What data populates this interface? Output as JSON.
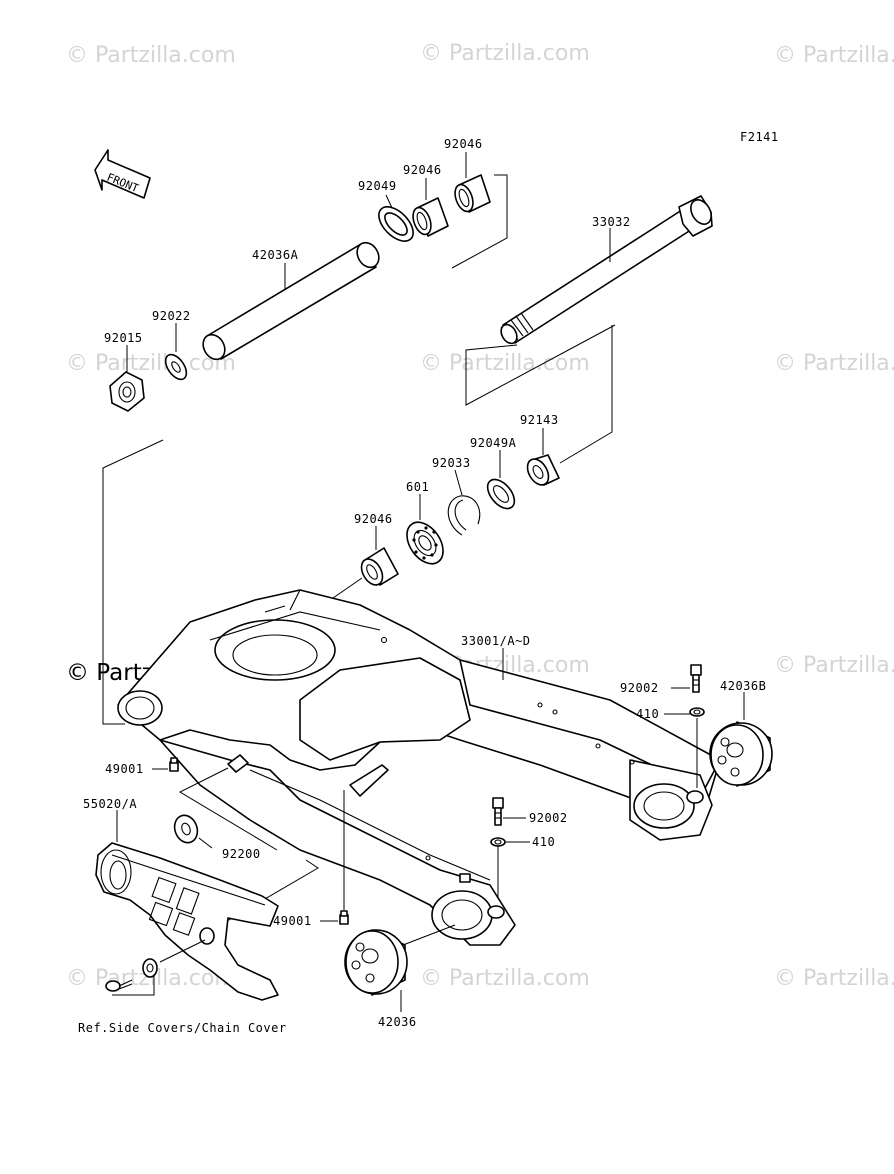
{
  "figure_code": "F2141",
  "direction_arrow": "FRONT",
  "watermark": "© Partzilla.com",
  "reference_note": "Ref.Side Covers/Chain Cover",
  "callouts": {
    "c92046a": "92046",
    "c92046b": "92046",
    "c92049": "92049",
    "c42036A": "42036A",
    "c33032": "33032",
    "c92022": "92022",
    "c92015": "92015",
    "c92143": "92143",
    "c92049A": "92049A",
    "c92033": "92033",
    "c601": "601",
    "c92046c": "92046",
    "c33001": "33001/A~D",
    "c92002a": "92002",
    "c42036B": "42036B",
    "c410a": "410",
    "c49001a": "49001",
    "c55020": "55020/A",
    "c92200": "92200",
    "c92002b": "92002",
    "c410b": "410",
    "c49001b": "49001",
    "c42036": "42036"
  }
}
